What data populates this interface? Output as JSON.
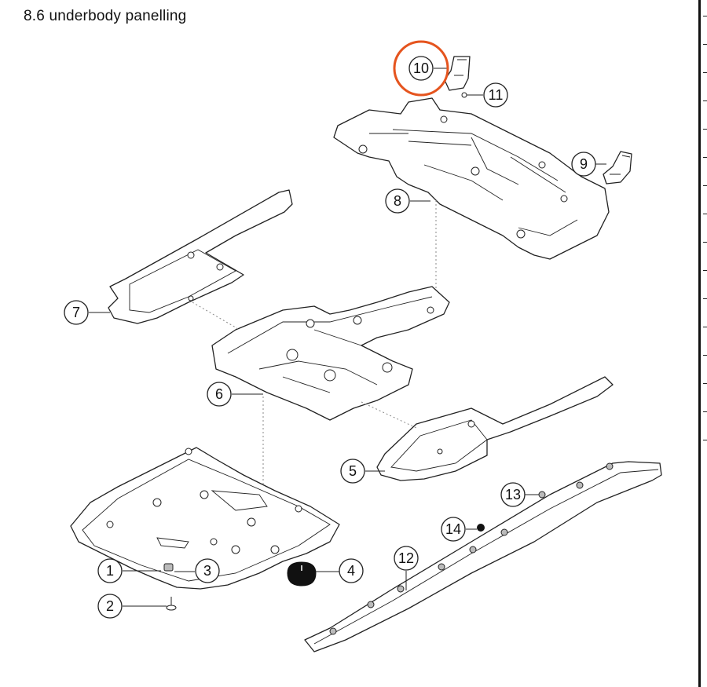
{
  "title": "8.6  underbody panelling",
  "highlight_color": "#e5541e",
  "callouts": [
    {
      "id": "callout-1",
      "label": "1"
    },
    {
      "id": "callout-2",
      "label": "2"
    },
    {
      "id": "callout-3",
      "label": "3"
    },
    {
      "id": "callout-4",
      "label": "4"
    },
    {
      "id": "callout-5",
      "label": "5"
    },
    {
      "id": "callout-6",
      "label": "6"
    },
    {
      "id": "callout-7",
      "label": "7"
    },
    {
      "id": "callout-8",
      "label": "8"
    },
    {
      "id": "callout-9",
      "label": "9"
    },
    {
      "id": "callout-10",
      "label": "10"
    },
    {
      "id": "callout-11",
      "label": "11"
    },
    {
      "id": "callout-12",
      "label": "12"
    },
    {
      "id": "callout-13",
      "label": "13"
    },
    {
      "id": "callout-14",
      "label": "14"
    }
  ],
  "highlighted_callout": "10"
}
